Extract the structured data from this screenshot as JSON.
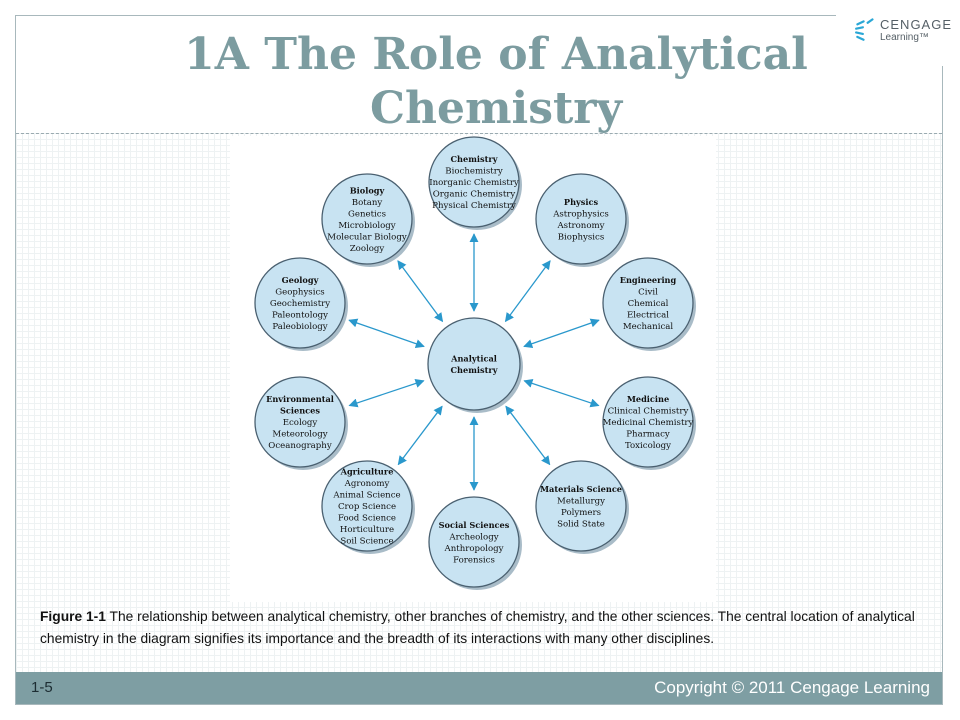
{
  "slide": {
    "title_line1": "1A The Role of Analytical",
    "title_line2": "Chemistry",
    "number": "1-5",
    "copyright": "Copyright © 2011 Cengage Learning"
  },
  "logo": {
    "line1": "CENGAGE",
    "line2": "Learning™",
    "icon": "cengage-logo-icon"
  },
  "colors": {
    "title": "#7c9ca0",
    "footer": "#7e9ea3",
    "circle_fill": "#c8e3f2",
    "circle_stroke": "#4a6070",
    "arrow": "#2a98cc"
  },
  "diagram": {
    "center": {
      "title_lines": [
        "Analytical",
        "Chemistry"
      ],
      "items": []
    },
    "fields": [
      {
        "id": "chemistry",
        "title_lines": [
          "Chemistry"
        ],
        "items": [
          "Biochemistry",
          "Inorganic Chemistry",
          "Organic Chemistry",
          "Physical Chemistry"
        ]
      },
      {
        "id": "physics",
        "title_lines": [
          "Physics"
        ],
        "items": [
          "Astrophysics",
          "Astronomy",
          "Biophysics"
        ]
      },
      {
        "id": "engineering",
        "title_lines": [
          "Engineering"
        ],
        "items": [
          "Civil",
          "Chemical",
          "Electrical",
          "Mechanical"
        ]
      },
      {
        "id": "medicine",
        "title_lines": [
          "Medicine"
        ],
        "items": [
          "Clinical Chemistry",
          "Medicinal Chemistry",
          "Pharmacy",
          "Toxicology"
        ]
      },
      {
        "id": "materials-science",
        "title_lines": [
          "Materials Science"
        ],
        "items": [
          "Metallurgy",
          "Polymers",
          "Solid State"
        ]
      },
      {
        "id": "social-sciences",
        "title_lines": [
          "Social Sciences"
        ],
        "items": [
          "Archeology",
          "Anthropology",
          "Forensics"
        ]
      },
      {
        "id": "agriculture",
        "title_lines": [
          "Agriculture"
        ],
        "items": [
          "Agronomy",
          "Animal Science",
          "Crop Science",
          "Food Science",
          "Horticulture",
          "Soil Science"
        ]
      },
      {
        "id": "environmental-sciences",
        "title_lines": [
          "Environmental",
          "Sciences"
        ],
        "items": [
          "Ecology",
          "Meteorology",
          "Oceanography"
        ]
      },
      {
        "id": "geology",
        "title_lines": [
          "Geology"
        ],
        "items": [
          "Geophysics",
          "Geochemistry",
          "Paleontology",
          "Paleobiology"
        ]
      },
      {
        "id": "biology",
        "title_lines": [
          "Biology"
        ],
        "items": [
          "Botany",
          "Genetics",
          "Microbiology",
          "Molecular Biology",
          "Zoology"
        ]
      }
    ]
  },
  "caption": {
    "label": "Figure 1-1",
    "text": " The relationship between analytical chemistry, other branches of chemistry, and the other sciences. The central location of analytical chemistry in the diagram signifies its importance and the breadth of its interactions with many other disciplines."
  }
}
